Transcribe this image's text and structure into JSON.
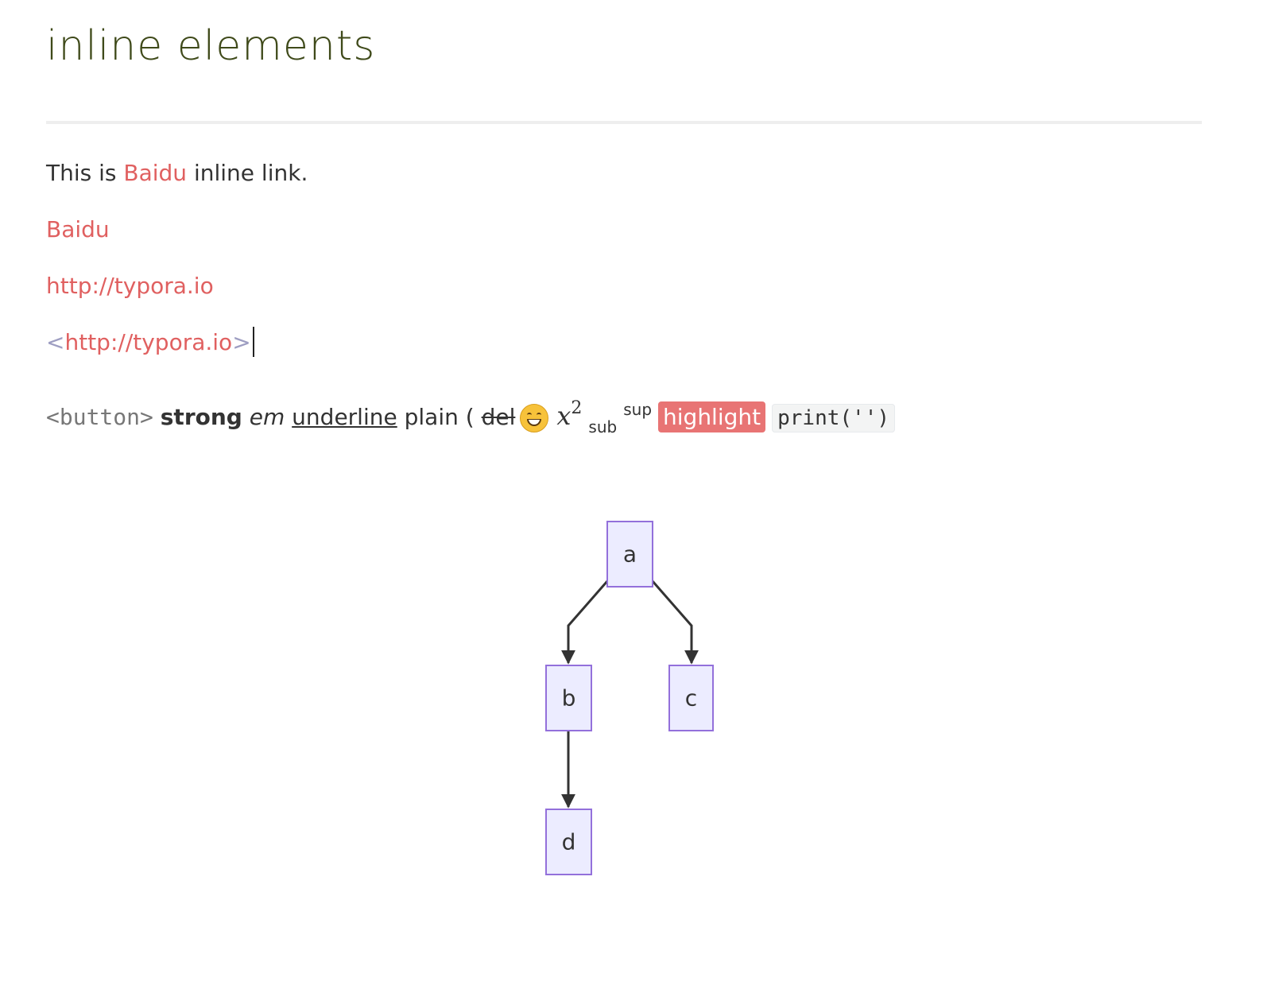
{
  "heading": "inline elements",
  "para1": {
    "before": "This is ",
    "link": "Baidu",
    "after": " inline link."
  },
  "para2": {
    "link": "Baidu"
  },
  "para3": {
    "link": "http://typora.io"
  },
  "para4": {
    "open": "<",
    "link": "http://typora.io",
    "close": ">"
  },
  "inline": {
    "button_tag": "<button>",
    "strong": "strong",
    "em": "em",
    "underline": "underline",
    "plain": "plain (",
    "del": "del",
    "emoji": "grinning-face-emoji",
    "math_base": "x",
    "math_exp": "2",
    "sub": "sub",
    "sup": "sup",
    "highlight": "highlight",
    "code": "print('')"
  },
  "colors": {
    "link": "#e06060",
    "highlight_bg": "#e87474",
    "node_fill": "#ececff",
    "node_stroke": "#9370db",
    "heading": "#3f4a1a"
  },
  "diagram": {
    "nodes": [
      {
        "id": "a",
        "label": "a"
      },
      {
        "id": "b",
        "label": "b"
      },
      {
        "id": "c",
        "label": "c"
      },
      {
        "id": "d",
        "label": "d"
      }
    ],
    "edges": [
      {
        "from": "a",
        "to": "b"
      },
      {
        "from": "a",
        "to": "c"
      },
      {
        "from": "b",
        "to": "d"
      }
    ]
  }
}
